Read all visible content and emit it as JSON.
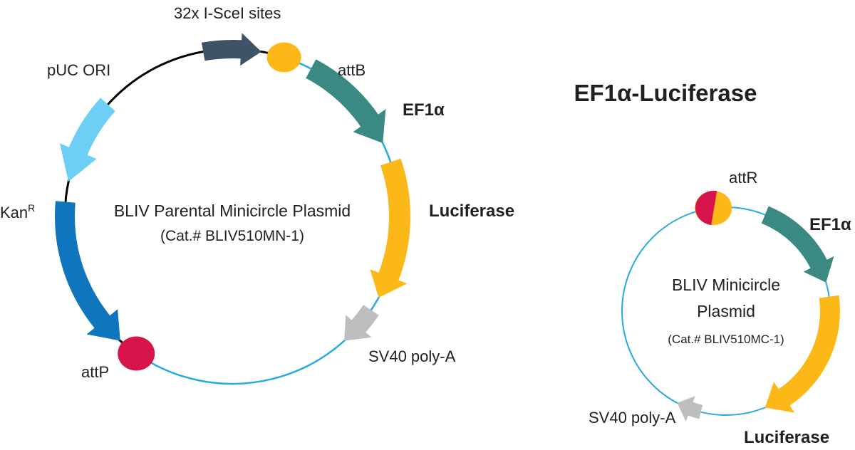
{
  "title": "EF1α-Luciferase",
  "colors": {
    "backbone": "#000000",
    "insert_line": "#27aae1",
    "pUC_ORI": "#6dcff6",
    "KanR": "#0f75bc",
    "I_SceI": "#3e5366",
    "attB": "#fbb817",
    "attP": "#d7144b",
    "EF1a": "#3a8a83",
    "Luciferase": "#fbb817",
    "SV40": "#bcbec0"
  },
  "parental": {
    "name_line1": "BLIV Parental Minicircle Plasmid",
    "name_line2": "(Cat.# BLIV510MN-1)",
    "labels": {
      "isce": "32x I-SceI sites",
      "attB": "attB",
      "ef1a": "EF1α",
      "luciferase": "Luciferase",
      "sv40": "SV40 poly-A",
      "attP": "attP",
      "kan": "Kan",
      "kan_sup": "R",
      "puc": "pUC ORI"
    }
  },
  "minicircle": {
    "name_line1": "BLIV Minicircle",
    "name_line2": "Plasmid",
    "name_line3": "(Cat.# BLIV510MC-1)",
    "labels": {
      "attR": "attR",
      "ef1a": "EF1α",
      "luciferase": "Luciferase",
      "sv40": "SV40 poly-A"
    }
  }
}
